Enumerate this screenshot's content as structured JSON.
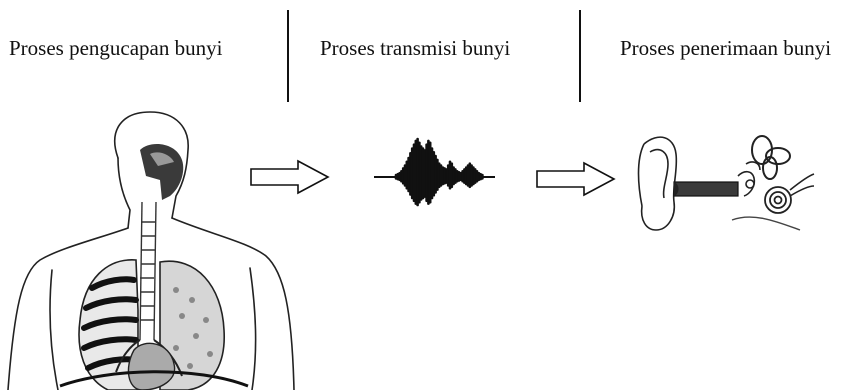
{
  "stages": {
    "production": "Proses pengucapan bunyi",
    "transmission": "Proses transmisi bunyi",
    "reception": "Proses penerimaan bunyi"
  },
  "illustrations": {
    "production": "respiratory-system-icon",
    "transmission": "sound-waveform-icon",
    "reception": "ear-anatomy-icon"
  },
  "connectors": [
    "hollow-arrow-right-icon",
    "hollow-arrow-right-icon"
  ],
  "colors": {
    "ink": "#111111",
    "background": "#ffffff"
  }
}
